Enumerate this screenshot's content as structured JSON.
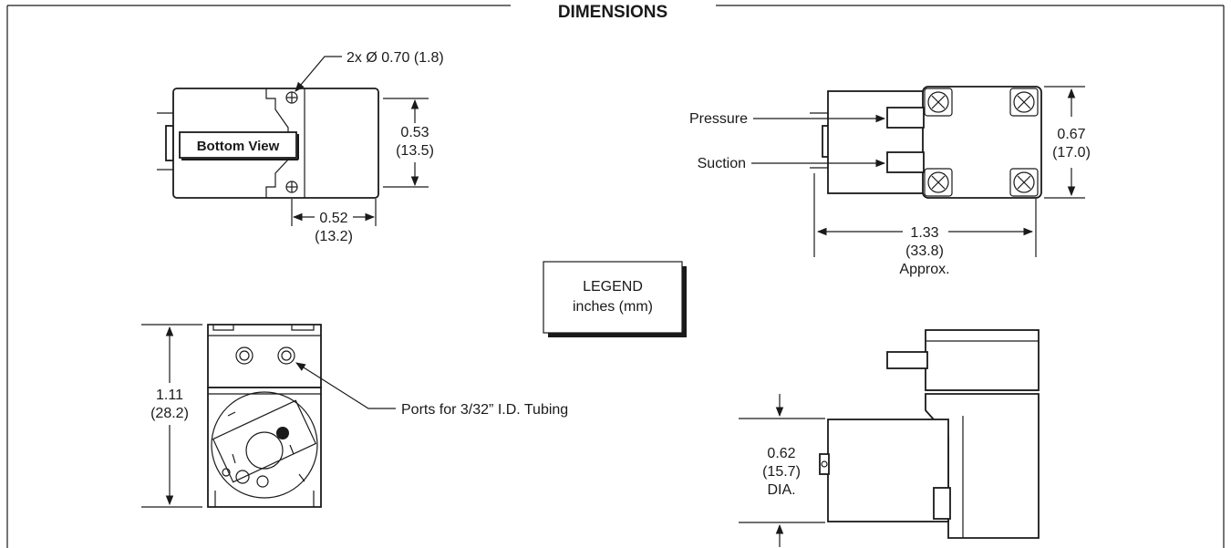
{
  "title": "DIMENSIONS",
  "legend": {
    "line1": "LEGEND",
    "line2": "inches (mm)"
  },
  "bottom_view": {
    "label": "Bottom View",
    "hole_callout": "2x Ø 0.70 (1.8)",
    "height_in": "0.53",
    "height_mm": "(13.5)",
    "width_in": "0.52",
    "width_mm": "(13.2)"
  },
  "top_view": {
    "pressure_label": "Pressure",
    "suction_label": "Suction",
    "height_in": "0.67",
    "height_mm": "(17.0)",
    "length_in": "1.33",
    "length_mm": "(33.8)",
    "length_note": "Approx."
  },
  "front_view": {
    "height_in": "1.11",
    "height_mm": "(28.2)",
    "ports_label": "Ports for 3/32” I.D. Tubing"
  },
  "side_view": {
    "dia_in": "0.62",
    "dia_mm": "(15.7)",
    "dia_note": "DIA."
  }
}
